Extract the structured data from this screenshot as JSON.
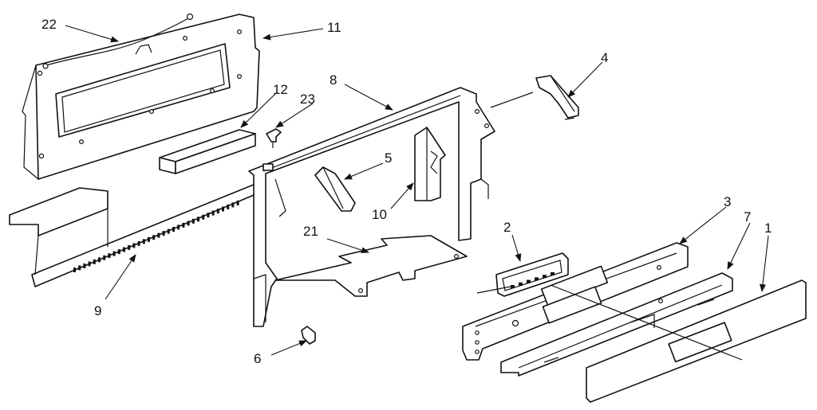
{
  "diagram": {
    "callouts": [
      "22",
      "11",
      "12",
      "23",
      "8",
      "4",
      "5",
      "10",
      "21",
      "2",
      "3",
      "7",
      "1",
      "9",
      "6"
    ]
  },
  "colors": {
    "line": "#111111",
    "background": "#ffffff"
  }
}
